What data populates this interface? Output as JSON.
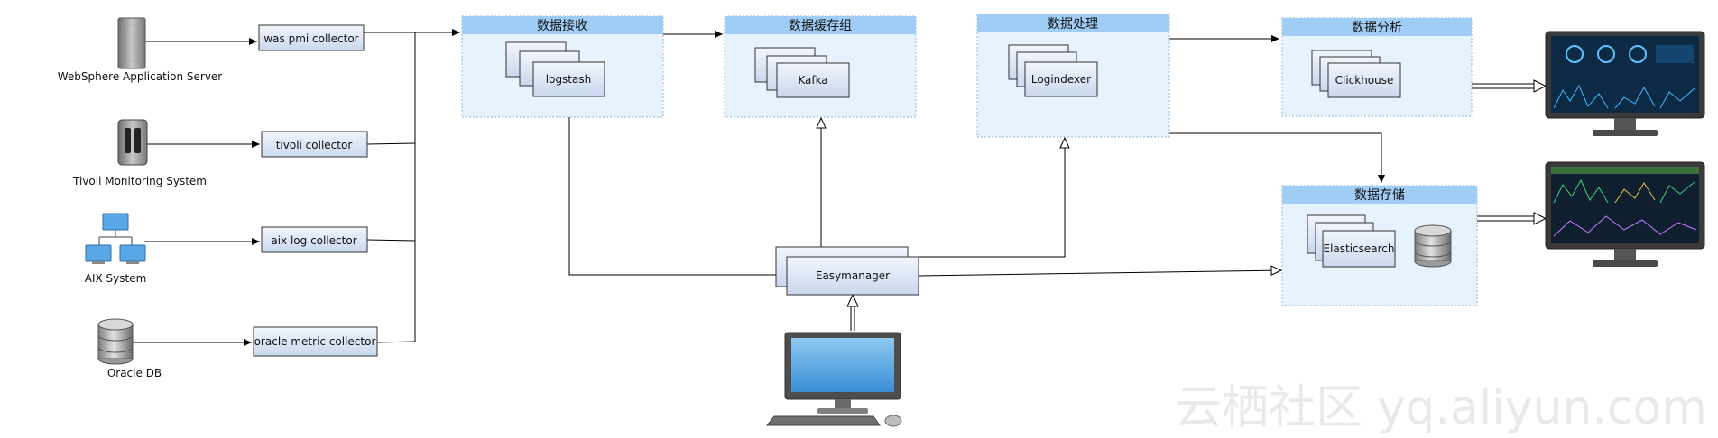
{
  "sources": [
    {
      "key": "was",
      "label": "WebSphere Application Server",
      "icon": "server-tower-icon"
    },
    {
      "key": "tivoli",
      "label": "Tivoli Monitoring System",
      "icon": "storage-server-icon"
    },
    {
      "key": "aix",
      "label": "AIX System",
      "icon": "network-computers-icon"
    },
    {
      "key": "oracle",
      "label": "Oracle DB",
      "icon": "database-icon"
    }
  ],
  "collectors": [
    {
      "key": "was",
      "label": "was pmi collector"
    },
    {
      "key": "tivoli",
      "label": "tivoli collector"
    },
    {
      "key": "aix",
      "label": "aix log collector"
    },
    {
      "key": "oracle",
      "label": "oracle metric collector"
    }
  ],
  "groups": [
    {
      "key": "receive",
      "title": "数据接收",
      "node": "logstash"
    },
    {
      "key": "cache",
      "title": "数据缓存组",
      "node": "Kafka"
    },
    {
      "key": "process",
      "title": "数据处理",
      "node": "Logindexer"
    },
    {
      "key": "analysis",
      "title": "数据分析",
      "node": "Clickhouse"
    },
    {
      "key": "storage",
      "title": "数据存储",
      "node": "Elasticsearch"
    }
  ],
  "manager": {
    "label": "Easymanager",
    "console_icon": "desktop-computer-icon"
  },
  "outputs": [
    {
      "key": "analysis",
      "icon": "dashboard-monitor-icon"
    },
    {
      "key": "storage",
      "icon": "dashboard-monitor-icon"
    }
  ],
  "watermark": "云栖社区 yq.aliyun.com",
  "colors": {
    "group_fill": "#e6f2fc",
    "group_header": "#9fcdf5",
    "node_fill": "#d9e6f5",
    "line": "#000000"
  }
}
